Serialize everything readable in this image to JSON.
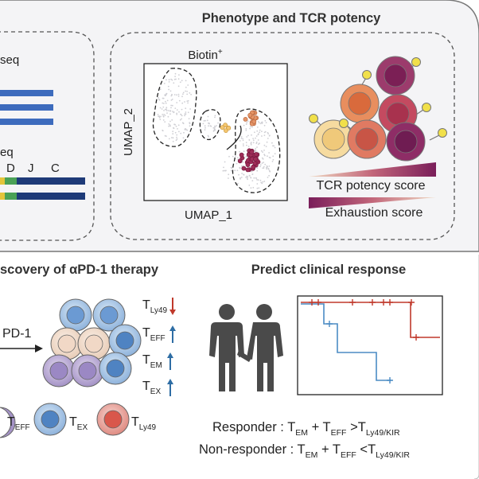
{
  "top_right_panel": {
    "title": "Phenotype and TCR potency",
    "umap": {
      "title_main": "Biotin",
      "title_sup": "+",
      "xlabel": "UMAP_1",
      "ylabel": "UMAP_2"
    },
    "scores": {
      "tcr_potency": "TCR potency score",
      "exhaustion": "Exhaustion score"
    }
  },
  "top_left_fragment": {
    "label_seq_top": "seq",
    "label_seq_bottom": "eq",
    "segment_d": "D",
    "segment_j": "J",
    "segment_c": "C"
  },
  "bottom_left_fragment": {
    "title": "scovery of αPD-1 therapy",
    "arrow_label": "PD-1",
    "subsets": [
      {
        "base": "T",
        "sub": "Ly49",
        "direction": "down",
        "color": "#c0392b"
      },
      {
        "base": "T",
        "sub": "EFF",
        "direction": "up",
        "color": "#2e6da4"
      },
      {
        "base": "T",
        "sub": "EM",
        "direction": "up",
        "color": "#2e6da4"
      },
      {
        "base": "T",
        "sub": "EX",
        "direction": "up",
        "color": "#2e6da4"
      }
    ],
    "legend": [
      {
        "base": "T",
        "sub": "EFF"
      },
      {
        "base": "T",
        "sub": "EX"
      },
      {
        "base": "T",
        "sub": "Ly49"
      }
    ]
  },
  "bottom_right_panel": {
    "title": "Predict clinical response",
    "responder": {
      "label": "Responder : ",
      "t1": "T",
      "s1": "EM",
      "plus": " + ",
      "t2": "T",
      "s2": "EFF",
      "op": " >",
      "t3": "T",
      "s3": "Ly49/KIR"
    },
    "nonresponder": {
      "label": "Non-responder : ",
      "t1": "T",
      "s1": "EM",
      "plus": " + ",
      "t2": "T",
      "s2": "EFF",
      "op": " <",
      "t3": "T",
      "s3": "Ly49/KIR"
    }
  },
  "colors": {
    "panel_border": "#555555",
    "panel_bg": "#f4f4f6",
    "navy": "#1e3a78",
    "blue": "#3d6bbd",
    "survival_red": "#c0392b",
    "survival_blue": "#4b8cc4",
    "person": "#4a4a4a"
  }
}
